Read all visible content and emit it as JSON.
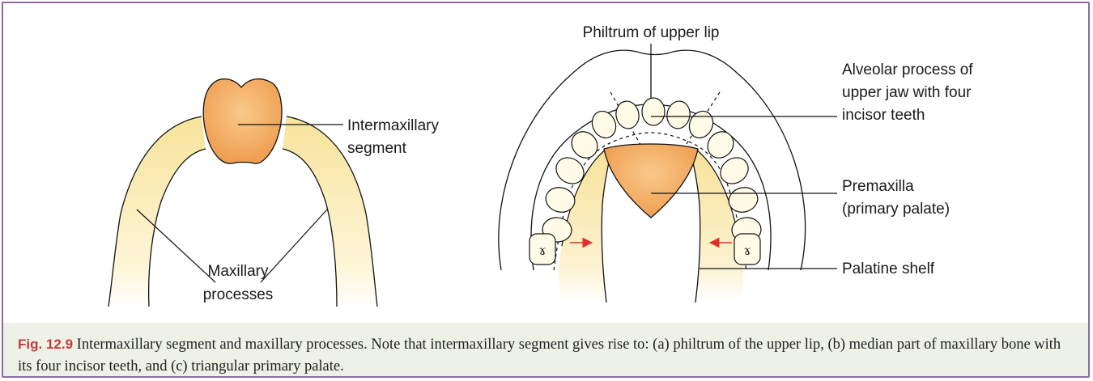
{
  "figure": {
    "number": "Fig. 12.9",
    "caption": "Intermaxillary segment and maxillary processes. Note that intermaxillary segment gives rise to: (a) philtrum of the upper lip, (b) median part of maxillary bone with its four incisor teeth, and (c) triangular primary palate."
  },
  "labels": {
    "intermaxillary_line1": "Intermaxillary",
    "intermaxillary_line2": "segment",
    "maxillary_line1": "Maxillary",
    "maxillary_line2": "processes",
    "philtrum": "Philtrum of upper lip",
    "alveolar_line1": "Alveolar process of",
    "alveolar_line2": "upper jaw with four",
    "alveolar_line3": "incisor teeth",
    "premaxilla_line1": "Premaxilla",
    "premaxilla_line2": "(primary palate)",
    "palatine": "Palatine shelf"
  },
  "colors": {
    "frame": "#8e6aa6",
    "caption_bg": "#eef1e6",
    "fig_number": "#c83a3a",
    "segment_fill": "#f1a65c",
    "process_fill": "#fbeeb6",
    "arrow": "#e0302c"
  }
}
